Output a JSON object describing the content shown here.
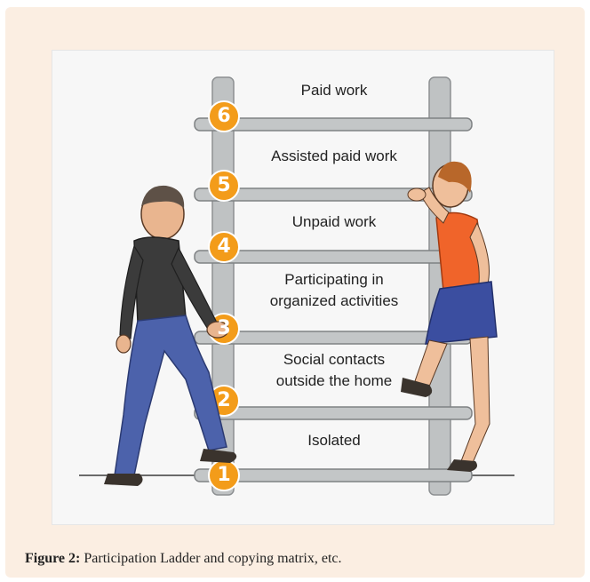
{
  "figure": {
    "rungs": [
      {
        "number": "6",
        "label_lines": [
          "Paid work"
        ]
      },
      {
        "number": "5",
        "label_lines": [
          "Assisted paid work"
        ]
      },
      {
        "number": "4",
        "label_lines": [
          "Unpaid work"
        ]
      },
      {
        "number": "3",
        "label_lines": [
          "Participating in",
          "organized activities"
        ]
      },
      {
        "number": "2",
        "label_lines": [
          "Social contacts",
          "outside the home"
        ]
      },
      {
        "number": "1",
        "label_lines": [
          "Isolated"
        ]
      }
    ],
    "colors": {
      "badge": "#f39c1a",
      "rail": "#b9bcbd",
      "card_bg": "#fbeee2",
      "man_shirt": "#3a3a3a",
      "man_pants": "#4a5fa8",
      "woman_shirt": "#f0642a",
      "woman_skirt": "#3b4ea0"
    }
  },
  "caption": {
    "label": "Figure 2:",
    "text": "Participation Ladder and copying matrix, etc."
  }
}
